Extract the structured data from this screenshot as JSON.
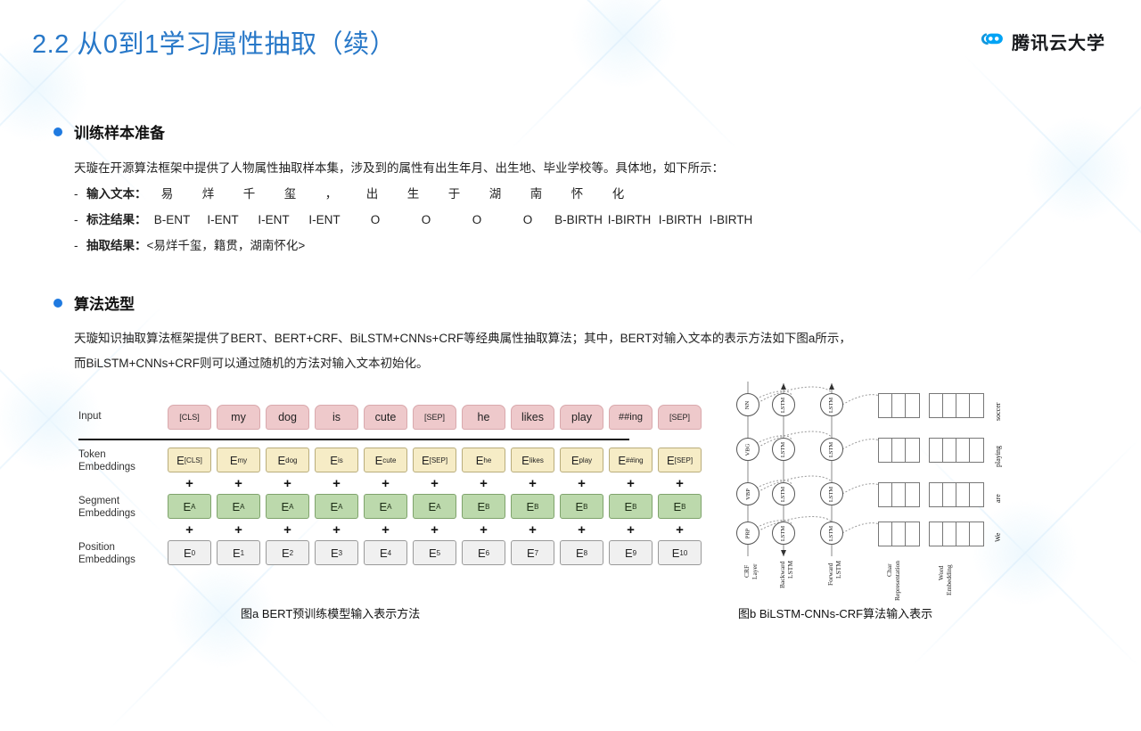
{
  "header": {
    "title": "2.2  从0到1学习属性抽取（续）",
    "logo_text": "腾讯云大学",
    "logo_icon": "tencent-cloud-icon",
    "title_color": "#2878c8"
  },
  "sections": [
    {
      "id": "training-sample",
      "title": "训练样本准备",
      "paragraph": "天璇在开源算法框架中提供了人物属性抽取样本集，涉及到的属性有出生年月、出生地、毕业学校等。具体地，如下所示：",
      "rows": [
        {
          "dash": "-",
          "label": "输入文本：",
          "tokens": [
            "易",
            "烊",
            "千",
            "玺",
            "，",
            "出",
            "生",
            "于",
            "湖",
            "南",
            "怀",
            "化"
          ]
        },
        {
          "dash": "-",
          "label": "标注结果：",
          "tokens": [
            "B-ENT",
            "I-ENT",
            "I-ENT",
            "I-ENT",
            "O",
            "O",
            "O",
            "O",
            "B-BIRTH",
            "I-BIRTH",
            "I-BIRTH",
            "I-BIRTH"
          ]
        },
        {
          "dash": "-",
          "label": "抽取结果：",
          "value": "<易烊千玺，籍贯，湖南怀化>"
        }
      ]
    },
    {
      "id": "algorithm-selection",
      "title": "算法选型",
      "paragraph_line1": "天璇知识抽取算法框架提供了BERT、BERT+CRF、BiLSTM+CNNs+CRF等经典属性抽取算法；其中，BERT对输入文本的表示方法如下图a所示，",
      "paragraph_line2": "而BiLSTM+CNNs+CRF则可以通过随机的方法对输入文本初始化。"
    }
  ],
  "figure_bert": {
    "row_labels": [
      "Input",
      "Token\nEmbeddings",
      "Segment\nEmbeddings",
      "Position\nEmbeddings"
    ],
    "row_label_input": "Input",
    "row_label_token_1": "Token",
    "row_label_token_2": "Embeddings",
    "row_label_segment_1": "Segment",
    "row_label_segment_2": "Embeddings",
    "row_label_position_1": "Position",
    "row_label_position_2": "Embeddings",
    "input_tokens": [
      "[CLS]",
      "my",
      "dog",
      "is",
      "cute",
      "[SEP]",
      "he",
      "likes",
      "play",
      "##ing",
      "[SEP]"
    ],
    "token_embeddings": [
      "[CLS]",
      "my",
      "dog",
      "is",
      "cute",
      "[SEP]",
      "he",
      "likes",
      "play",
      "##ing",
      "[SEP]"
    ],
    "segment_embeddings": [
      "A",
      "A",
      "A",
      "A",
      "A",
      "A",
      "B",
      "B",
      "B",
      "B",
      "B"
    ],
    "position_embeddings": [
      "0",
      "1",
      "2",
      "3",
      "4",
      "5",
      "6",
      "7",
      "8",
      "9",
      "10"
    ],
    "plus_symbol": "+",
    "embedding_base": "E",
    "colors": {
      "input": "#eec9cb",
      "token": "#f6ecc6",
      "segment": "#bcd9ac",
      "position": "#f0f0f0"
    }
  },
  "figure_bilstm": {
    "column_labels": [
      "CRF\nLayer",
      "Backward\nLSTM",
      "Forward\nLSTM",
      "Char\nRepresentation",
      "Word\nEmbedding"
    ],
    "label_crf_1": "CRF",
    "label_crf_2": "Layer",
    "label_backward_1": "Backward",
    "label_backward_2": "LSTM",
    "label_forward_1": "Forward",
    "label_forward_2": "LSTM",
    "label_char_1": "Char",
    "label_char_2": "Representation",
    "label_word_1": "Word",
    "label_word_2": "Embedding",
    "crf_tags": [
      "NN",
      "VBG",
      "VBP",
      "PRP"
    ],
    "lstm_label": "LSTM",
    "words": [
      "soccer",
      "playing",
      "are",
      "We"
    ]
  },
  "captions": {
    "figure_a": "图a BERT预训练模型输入表示方法",
    "figure_b": "图b BiLSTM-CNNs-CRF算法输入表示"
  }
}
